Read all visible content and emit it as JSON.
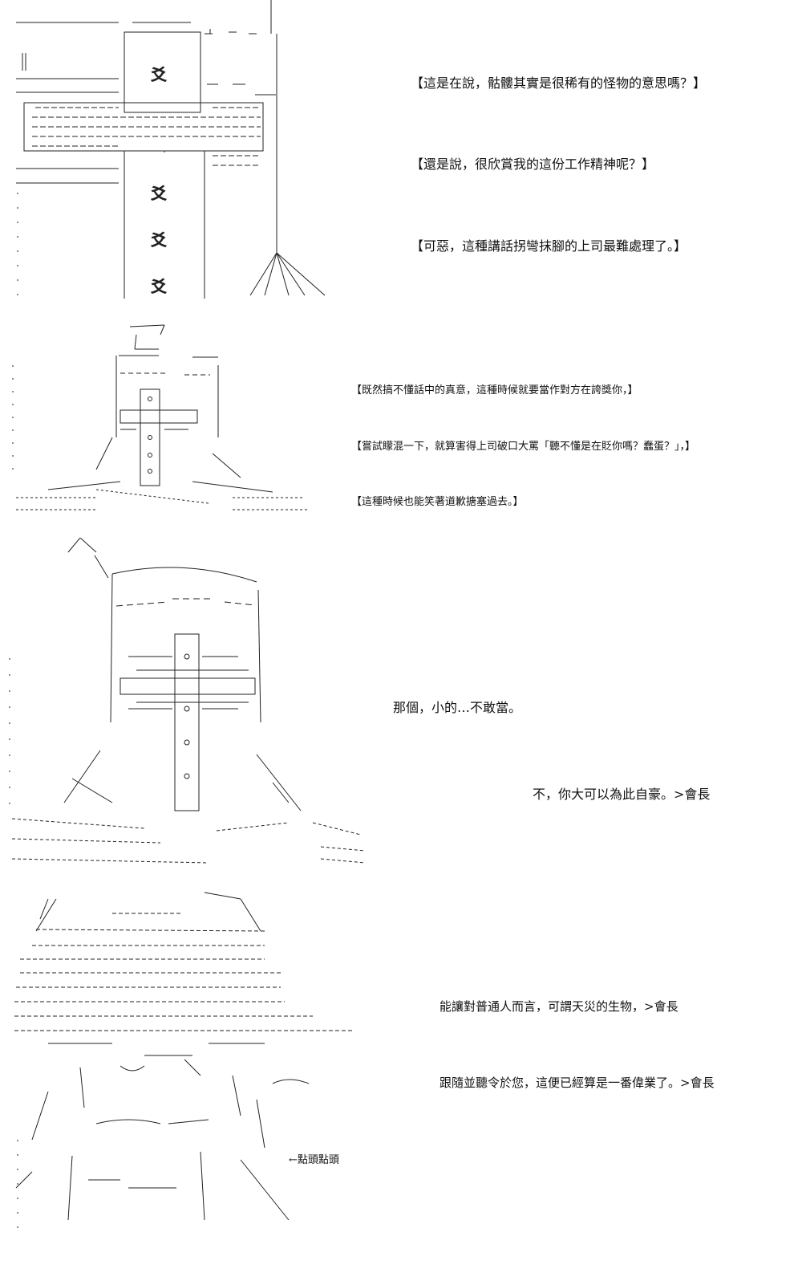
{
  "panels": [
    {
      "id": "panel-1",
      "lines": [
        "【這是在說，骷髏其實是很稀有的怪物的意思嗎？】",
        "【還是說，很欣賞我的這份工作精神呢？】",
        "【可惡，這種講話拐彎抹腳的上司最難處理了。】"
      ]
    },
    {
      "id": "panel-2",
      "lines": [
        "【既然搞不懂話中的真意，這種時候就要當作對方在誇獎你，】",
        "【嘗試矇混一下，就算害得上司破口大罵「聽不懂是在貶你嗎？蠢蛋？」，】",
        "【這種時候也能笑著道歉搪塞過去。】"
      ]
    },
    {
      "id": "panel-3",
      "lines": [
        "那個，小的…不敢當。",
        "不，你大可以為此自豪。>會長"
      ]
    },
    {
      "id": "panel-4",
      "lines": [
        "能讓對普通人而言，可謂天災的生物，>會長",
        "跟隨並聽令於您，這便已經算是一番偉業了。>會長"
      ],
      "annotation": "←點頭點頭"
    }
  ],
  "colors": {
    "ink": "#111111",
    "background": "#ffffff"
  }
}
